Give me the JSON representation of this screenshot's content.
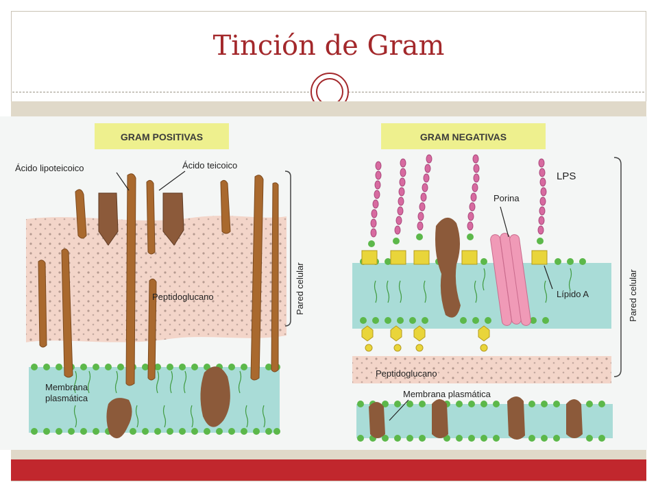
{
  "slide": {
    "title": "Tinción de Gram"
  },
  "diagram": {
    "gram_positive": {
      "header": "GRAM POSITIVAS",
      "labels": {
        "lipoteichoic": "Ácido lipoteicoico",
        "teichoic": "Ácido teicoico",
        "peptidoglycan": "Peptidoglucano",
        "membrane_line1": "Membrana",
        "membrane_line2": "plasmática",
        "cell_wall": "Pared celular"
      }
    },
    "gram_negative": {
      "header": "GRAM NEGATIVAS",
      "labels": {
        "lps": "LPS",
        "porin": "Porina",
        "lipid_a": "Lípido A",
        "peptidoglycan": "Peptidoglucano",
        "membrane": "Membrana plasmática",
        "cell_wall": "Pared celular"
      }
    }
  },
  "colors": {
    "title": "#a3282b",
    "accent_red": "#c1272d",
    "tan": "#e0d9c9",
    "header_yellow": "#eef08e",
    "peptidoglycan_pink": "#f3d5c9",
    "membrane_cyan": "#a9dcd7",
    "rod_brown": "#a9692e",
    "protein_brown": "#8c5a3a",
    "lipid_green": "#5cb84a",
    "lps_pink": "#d76aa0",
    "lipid_a_yellow": "#e9d53a",
    "porin_pink": "#f09ab7"
  }
}
